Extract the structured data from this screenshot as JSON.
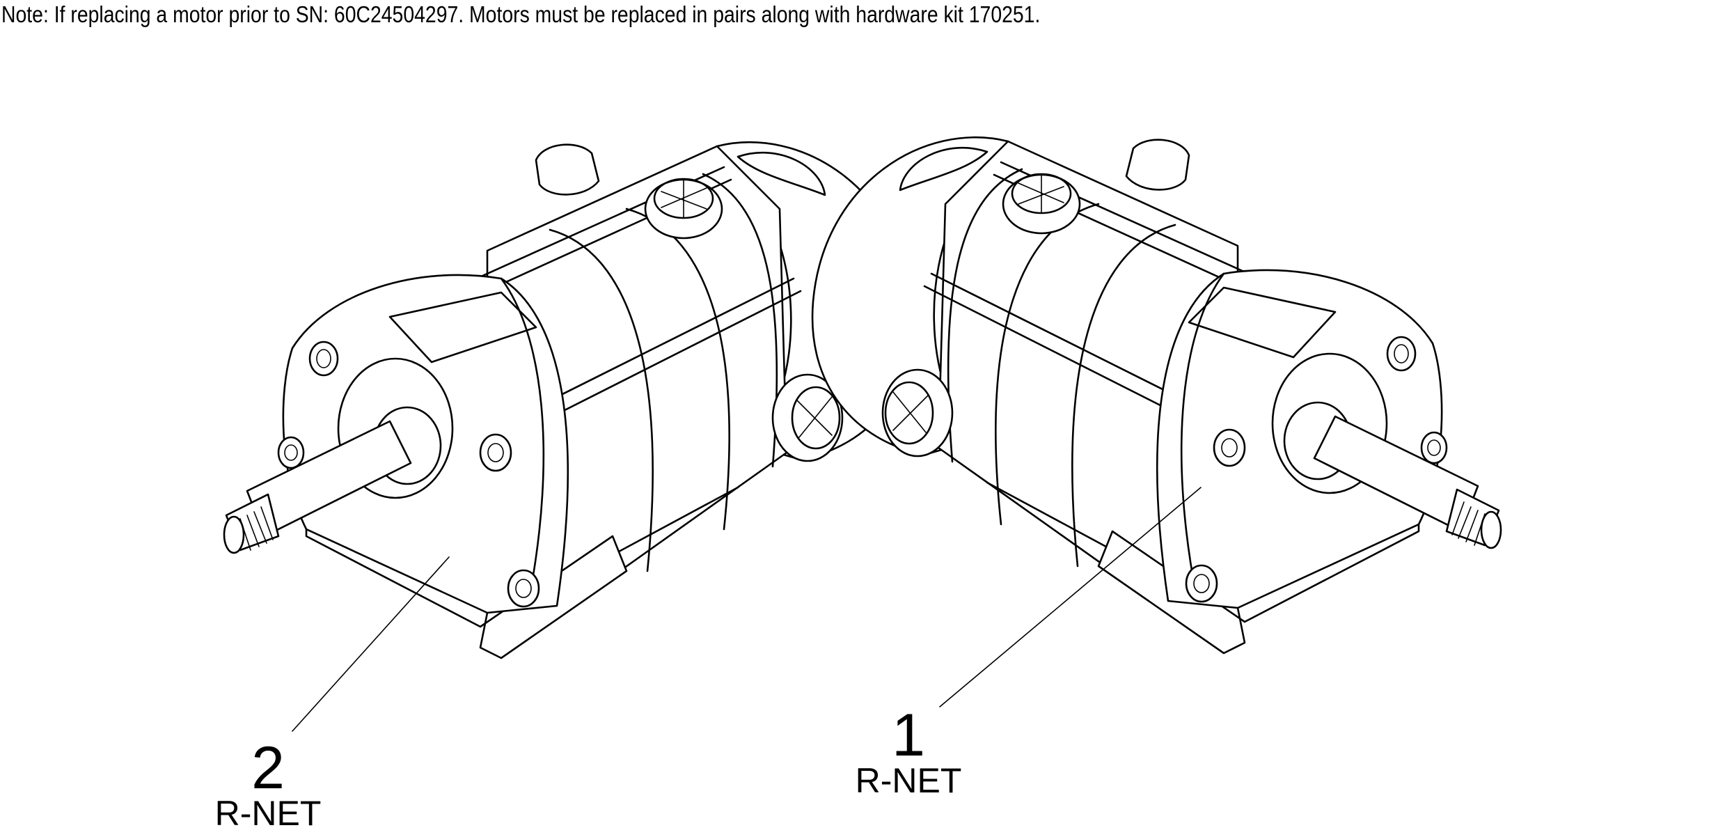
{
  "note": "Note: If replacing a motor prior to SN: 60C24504297. Motors must be replaced in pairs along with hardware kit 170251.",
  "callouts": [
    {
      "number": "2",
      "label": "R-NET"
    },
    {
      "number": "1",
      "label": "R-NET"
    }
  ]
}
